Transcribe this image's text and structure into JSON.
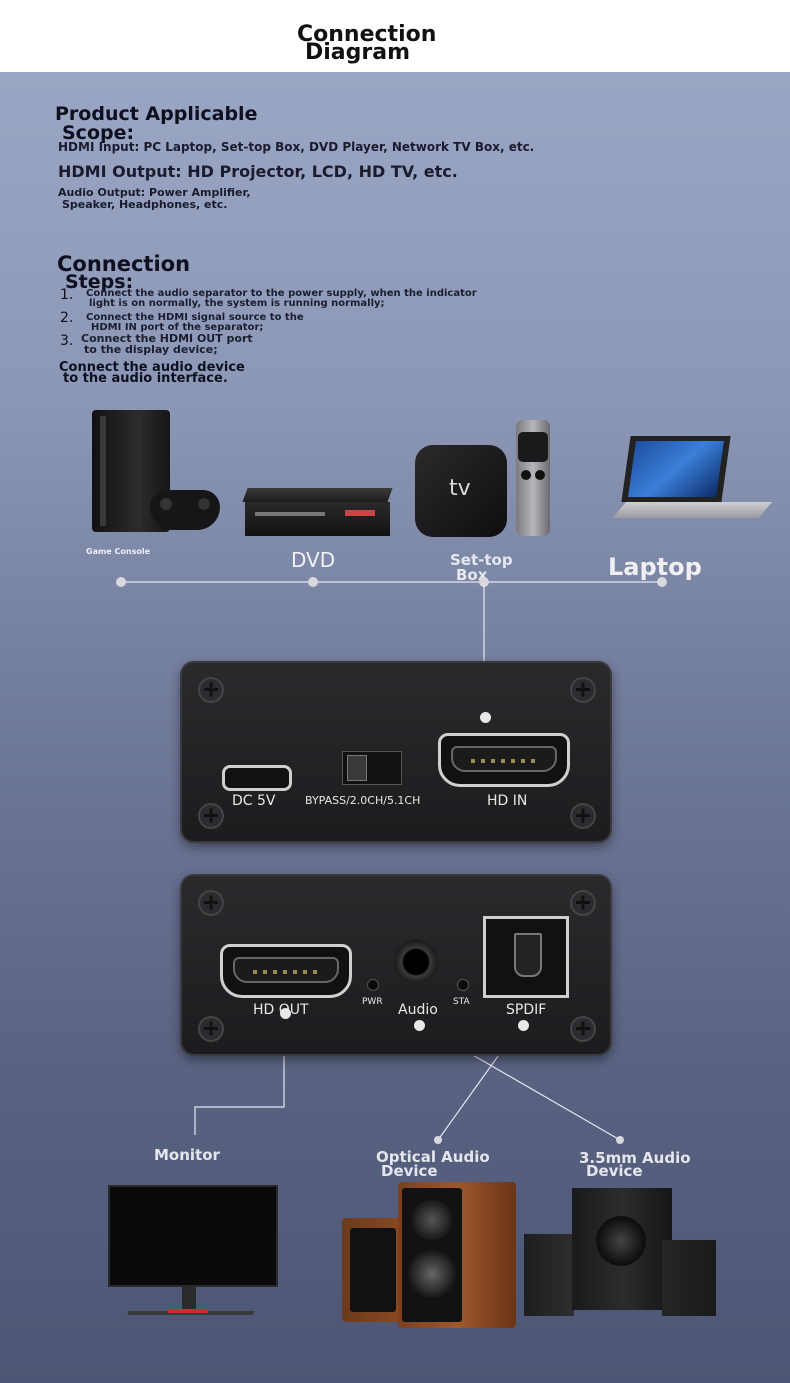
{
  "header": {
    "title_line1": "Connection",
    "title_line2": "Diagram"
  },
  "scope": {
    "heading_line1": "Product Applicable",
    "heading_line2": "Scope:",
    "hdmi_input": "HDMI Input: PC Laptop, Set-top Box, DVD Player, Network TV Box, etc.",
    "hdmi_output": "HDMI Output: HD Projector, LCD, HD TV, etc.",
    "audio_output_line1": "Audio Output: Power Amplifier,",
    "audio_output_line2": "Speaker, Headphones, etc."
  },
  "steps": {
    "heading_line1": "Connection",
    "heading_line2": "Steps:",
    "items": [
      {
        "num": "1.",
        "line1": "Connect the audio separator to the power supply, when the indicator",
        "line2": "light is on normally, the system is running normally;"
      },
      {
        "num": "2.",
        "line1": "Connect the HDMI signal source to the",
        "line2": "HDMI IN port of the separator;"
      },
      {
        "num": "3.",
        "line1": "Connect the HDMI OUT port",
        "line2": "to the display device;"
      }
    ],
    "final_line1": "Connect the audio device",
    "final_line2": "to the audio interface."
  },
  "sources": {
    "game_console": "Game Console",
    "dvd": "DVD",
    "settop_line1": "Set-top",
    "settop_line2": "Box",
    "tv_logo": "tv",
    "laptop": "Laptop"
  },
  "device_top": {
    "dc": "DC 5V",
    "switch": "BYPASS/2.0CH/5.1CH",
    "hdin": "HD IN"
  },
  "device_bottom": {
    "hdout": "HD OUT",
    "pwr": "PWR",
    "audio": "Audio",
    "sta": "STA",
    "spdif": "SPDIF"
  },
  "outputs": {
    "monitor": "Monitor",
    "optical_line1": "Optical Audio",
    "optical_line2": "Device",
    "mm_line1": "3.5mm Audio",
    "mm_line2": "Device"
  },
  "colors": {
    "panel_top": "#9aa6c3",
    "panel_bottom": "#4d5574",
    "device": "#1f1f22"
  }
}
